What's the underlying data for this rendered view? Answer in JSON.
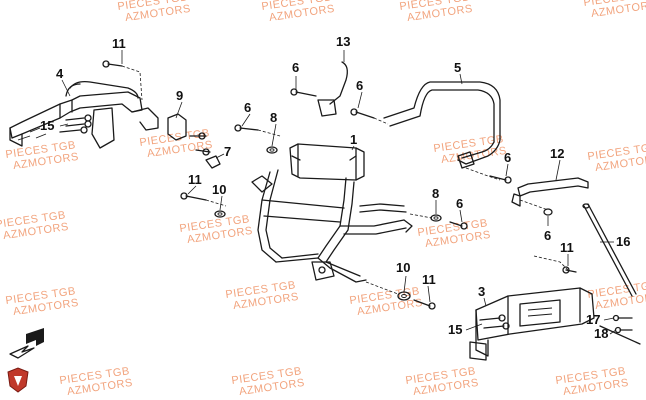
{
  "watermark": {
    "line1": "PIECES TGB",
    "line2": "AZMOTORS",
    "color": "#f2a47e"
  },
  "callouts": [
    {
      "id": "c11a",
      "text": "11"
    },
    {
      "id": "c4",
      "text": "4"
    },
    {
      "id": "c15a",
      "text": "15"
    },
    {
      "id": "c9",
      "text": "9"
    },
    {
      "id": "c7",
      "text": "7"
    },
    {
      "id": "c6a",
      "text": "6"
    },
    {
      "id": "c8a",
      "text": "8"
    },
    {
      "id": "c13",
      "text": "13"
    },
    {
      "id": "c6b",
      "text": "6"
    },
    {
      "id": "c6c",
      "text": "6"
    },
    {
      "id": "c5",
      "text": "5"
    },
    {
      "id": "c1",
      "text": "1"
    },
    {
      "id": "c6d",
      "text": "6"
    },
    {
      "id": "c12",
      "text": "12"
    },
    {
      "id": "c11b",
      "text": "11"
    },
    {
      "id": "c10a",
      "text": "10"
    },
    {
      "id": "c8b",
      "text": "8"
    },
    {
      "id": "c6e",
      "text": "6"
    },
    {
      "id": "c6f",
      "text": "6"
    },
    {
      "id": "c16",
      "text": "16"
    },
    {
      "id": "c11c",
      "text": "11"
    },
    {
      "id": "c10b",
      "text": "10"
    },
    {
      "id": "c11d",
      "text": "11"
    },
    {
      "id": "c3",
      "text": "3"
    },
    {
      "id": "c15b",
      "text": "15"
    },
    {
      "id": "c17",
      "text": "17"
    },
    {
      "id": "c18",
      "text": "18"
    }
  ]
}
